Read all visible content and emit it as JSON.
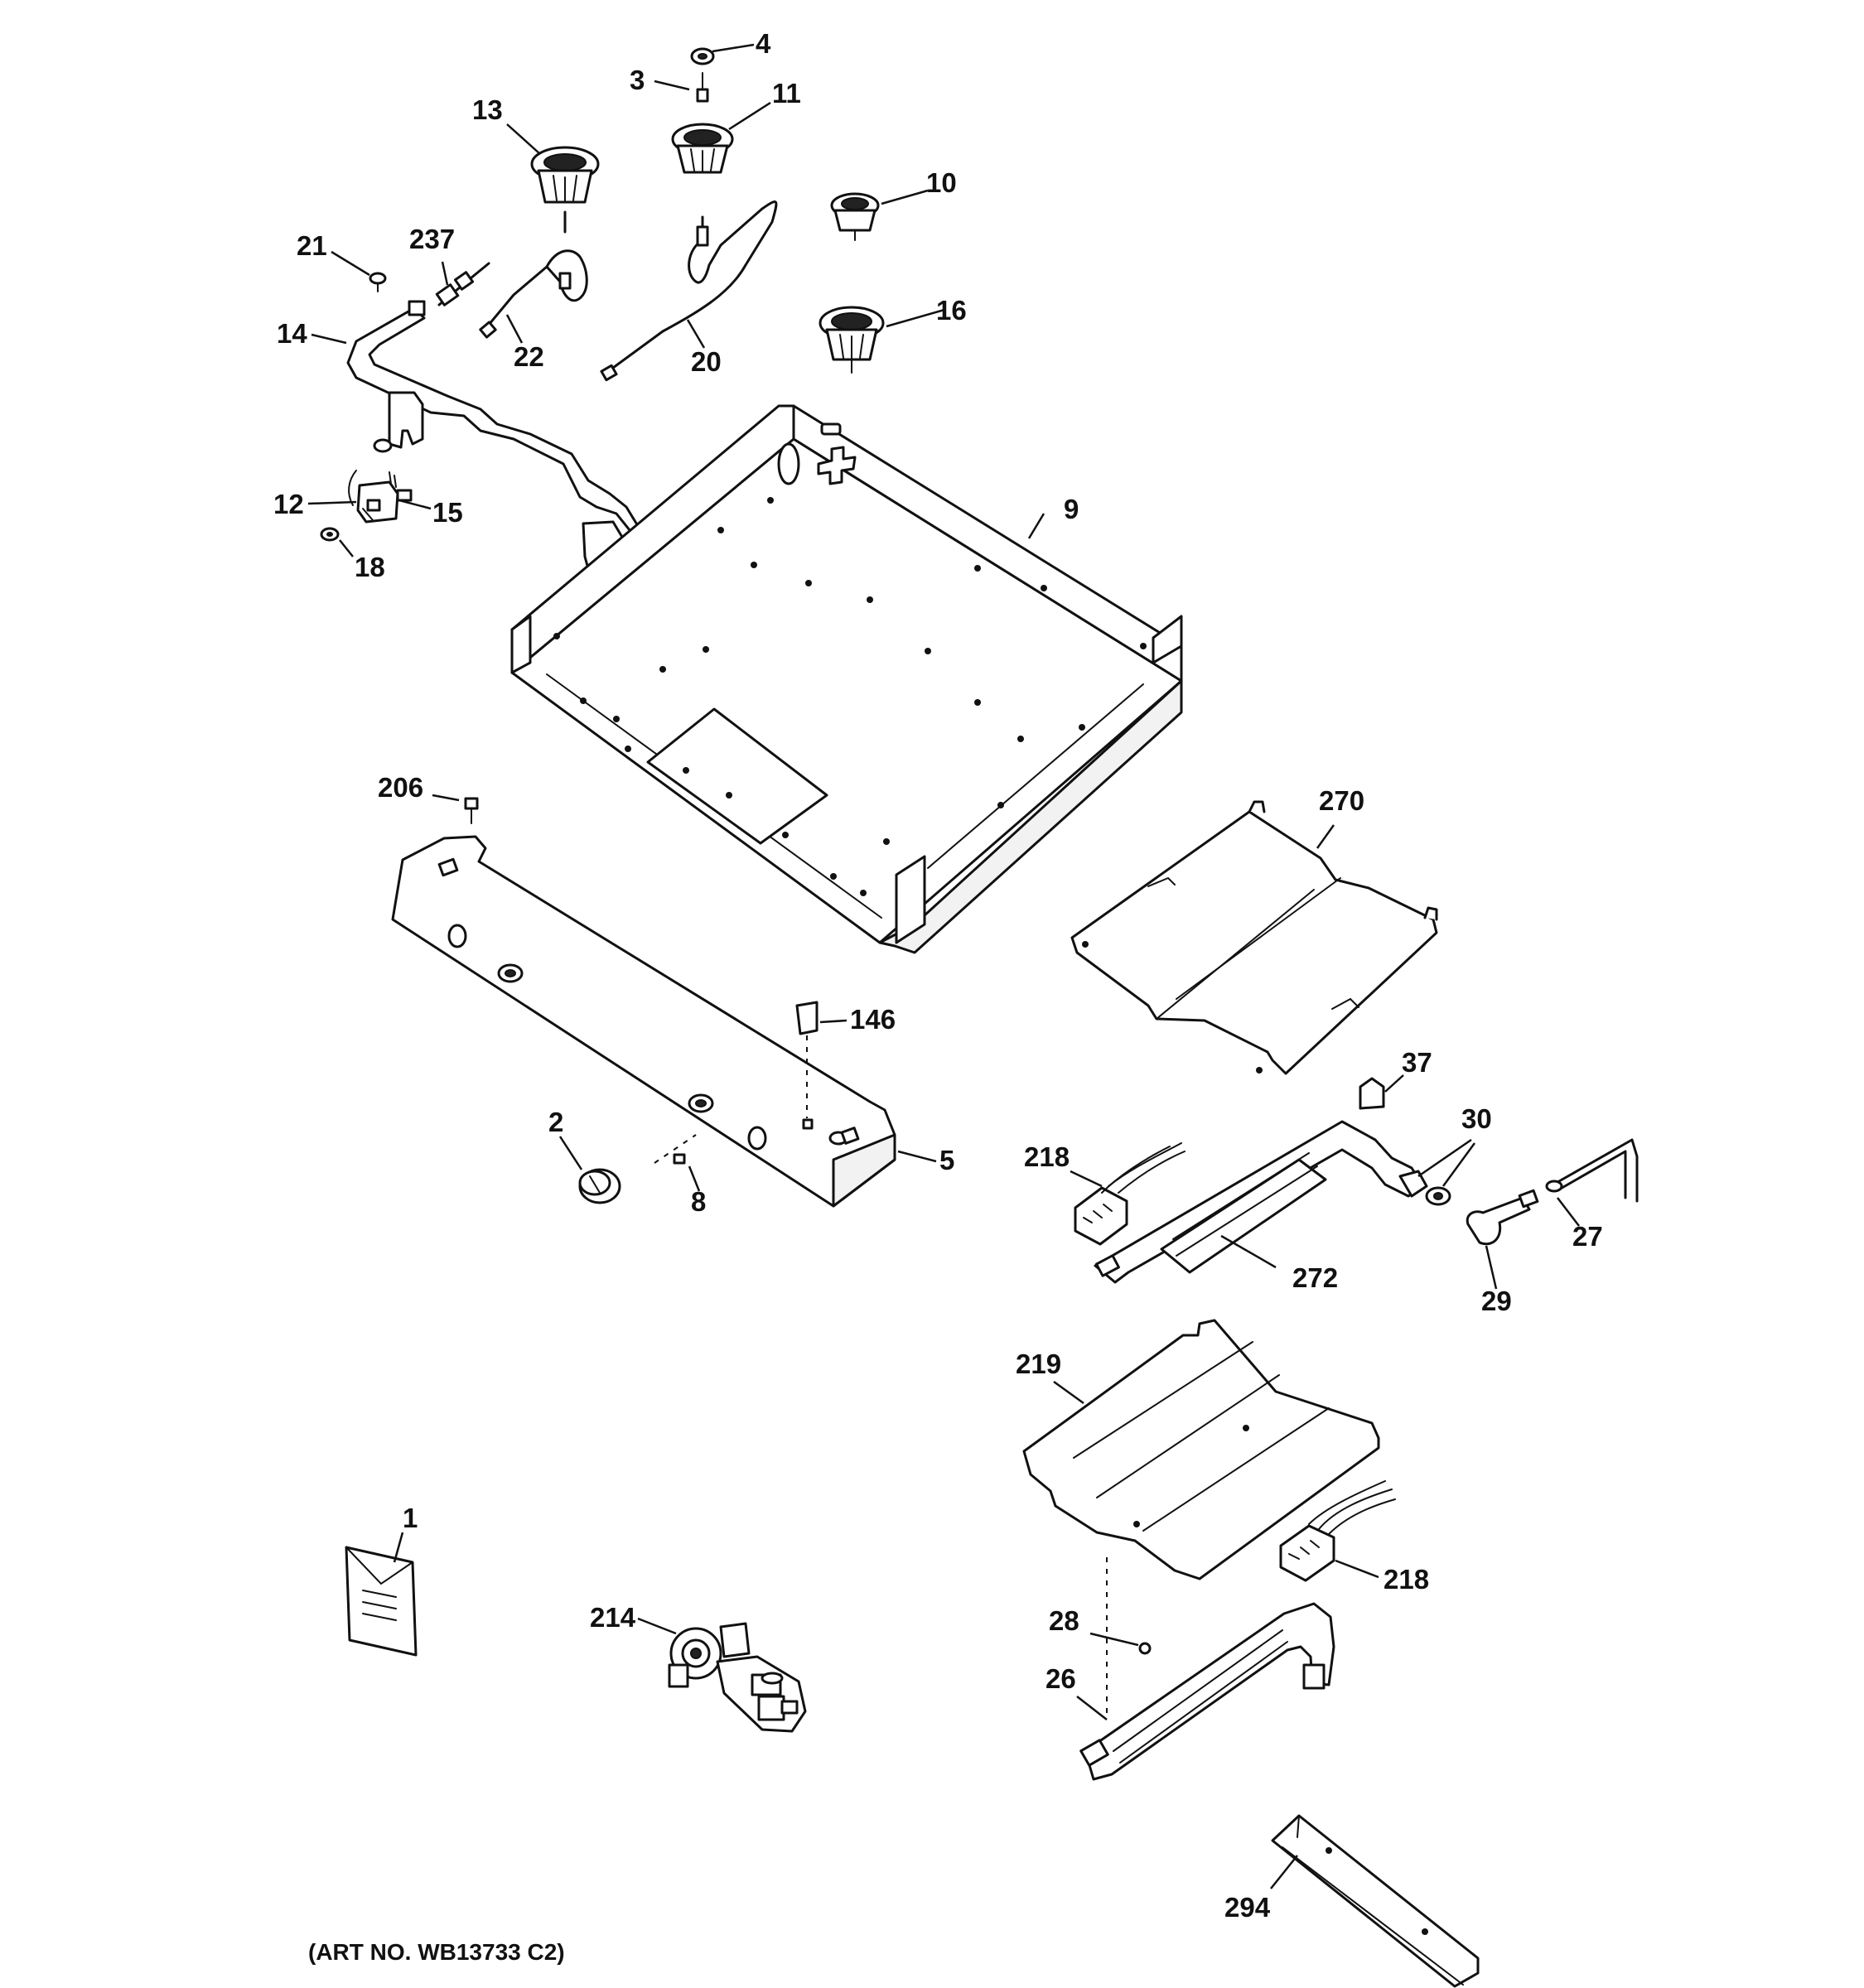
{
  "callouts": {
    "c1": "1",
    "c2": "2",
    "c3": "3",
    "c4": "4",
    "c5": "5",
    "c8": "8",
    "c9": "9",
    "c10": "10",
    "c11": "11",
    "c12": "12",
    "c13": "13",
    "c14": "14",
    "c15": "15",
    "c16": "16",
    "c18": "18",
    "c20": "20",
    "c21": "21",
    "c22": "22",
    "c26": "26",
    "c27": "27",
    "c28": "28",
    "c29": "29",
    "c30": "30",
    "c37": "37",
    "c146": "146",
    "c206": "206",
    "c214": "214",
    "c218a": "218",
    "c218b": "218",
    "c219": "219",
    "c237": "237",
    "c270": "270",
    "c272": "272",
    "c294": "294"
  },
  "footer": {
    "art_number": "(ART NO. WB13733 C2)"
  }
}
